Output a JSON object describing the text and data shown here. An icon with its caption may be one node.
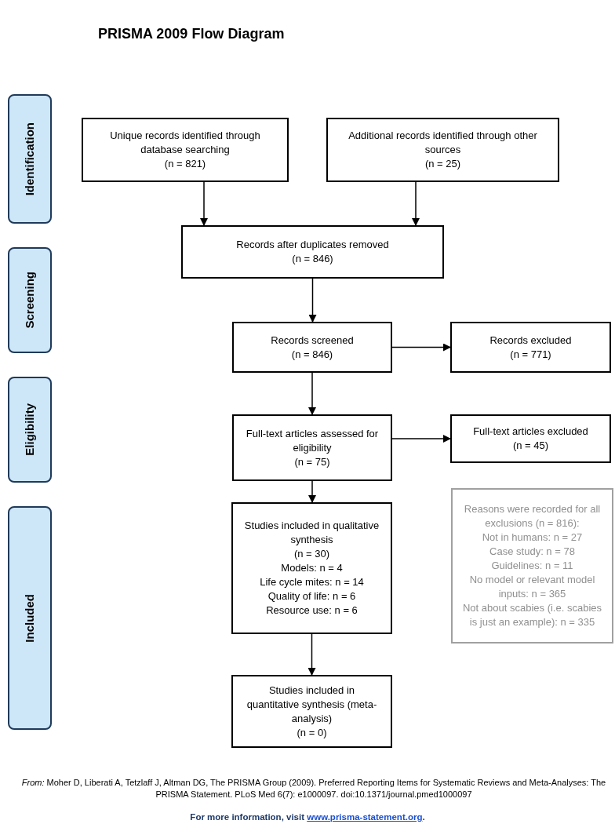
{
  "diagram": {
    "title": "PRISMA 2009 Flow Diagram",
    "caption": "*From:*  Moher D, Liberati A, Tetzlaff J, Altman DG, The PRISMA Group (2009). Preferred Reporting Items for Systematic Reviews and Meta-Analyses: The PRISMA Statement. PLoS Med 6(7): e1000097. doi:10.1371/journal.pmed1000097",
    "nodes": [
      {
        "text": [
          "Identification"
        ]
      },
      {
        "text": [
          "Screening"
        ]
      },
      {
        "text": [
          "Eligibility"
        ]
      },
      {
        "text": [
          "Included"
        ]
      },
      {
        "text": [
          "Unique records identified through database searching",
          "(n = 821)"
        ]
      },
      {
        "text": [
          "Additional records identified through other sources",
          "(n = 25)"
        ]
      },
      {
        "text": [
          "Records after duplicates removed",
          "(n = 846)"
        ]
      },
      {
        "text": [
          "Records screened",
          "(n = 846)"
        ]
      },
      {
        "text": [
          "Records excluded",
          "(n = 771)"
        ]
      },
      {
        "text": [
          "Full-text articles assessed for eligibility",
          "(n = 75)"
        ]
      },
      {
        "text": [
          "Full-text articles excluded",
          "(n = 45)"
        ]
      },
      {
        "text": [
          "Reasons were recorded for all exclusions (n = 816):",
          "Not in humans: n = 27",
          "Case study: n = 78",
          "Guidelines: n = 11",
          "No model or relevant model inputs: n = 365",
          "Not about scabies (i.e. scabies is just an example): n = 335"
        ]
      },
      {
        "text": [
          "Studies included in qualitative synthesis",
          "(n = 30)",
          "Models: n = 4",
          "Life cycle mites: n = 14",
          "Quality of life: n = 6",
          "Resource use: n = 6"
        ]
      },
      {
        "text": [
          "Studies included in quantitative synthesis (meta-analysis)",
          "(n = 0)"
        ]
      }
    ],
    "edges": [
      {
        "from": 4,
        "to": 6,
        "arrow": "to"
      },
      {
        "from": 5,
        "to": 6,
        "arrow": "to"
      },
      {
        "from": 6,
        "to": 7,
        "arrow": "to"
      },
      {
        "from": 7,
        "to": 8,
        "arrow": "to"
      },
      {
        "from": 7,
        "to": 9,
        "arrow": "to"
      },
      {
        "from": 9,
        "to": 10,
        "arrow": "to"
      },
      {
        "from": 9,
        "to": 12,
        "arrow": "to"
      },
      {
        "from": 12,
        "to": 13,
        "arrow": "to"
      }
    ],
    "labels": [
      "For more information, visit",
      "www.prisma-statement.org",
      "."
    ]
  }
}
